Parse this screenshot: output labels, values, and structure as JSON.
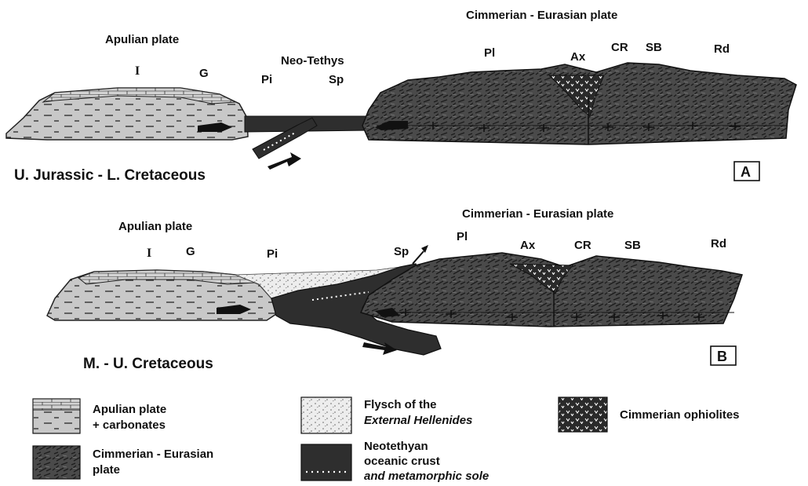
{
  "panel_a": {
    "title": "U. Jurassic  -  L. Cretaceous",
    "panel_letter": "A",
    "labels": {
      "apulian_plate": "Apulian plate",
      "I": "I",
      "G": "G",
      "Pi": "Pi",
      "neo_tethys": "Neo-Tethys",
      "Sp": "Sp",
      "cimmerian_eurasian": "Cimmerian - Eurasian plate",
      "Pl": "Pl",
      "Ax": "Ax",
      "CR": "CR",
      "SB": "SB",
      "Rd": "Rd"
    }
  },
  "panel_b": {
    "title": "M. - U. Cretaceous",
    "panel_letter": "B",
    "labels": {
      "apulian_plate": "Apulian plate",
      "I": "I",
      "G": "G",
      "Pi": "Pi",
      "Sp": "Sp",
      "cimmerian_eurasian": "Cimmerian - Eurasian plate",
      "Pl": "Pl",
      "Ax": "Ax",
      "CR": "CR",
      "SB": "SB",
      "Rd": "Rd"
    }
  },
  "legend": {
    "apulian": {
      "line1": "Apulian plate",
      "line2": "+ carbonates"
    },
    "cimmerian": {
      "line1": "Cimmerian - Eurasian",
      "line2": "plate"
    },
    "flysch": {
      "line1": "Flysch of the",
      "line2": "External Hellenides"
    },
    "neotethyan": {
      "line1": "Neotethyan",
      "line2": "oceanic crust",
      "line3": "and metamorphic sole"
    },
    "ophiolites": {
      "line1": "Cimmerian ophiolites"
    }
  },
  "colors": {
    "apulian_fill": "#c8c8c8",
    "cimmerian_fill": "#4a4a4a",
    "oceanic_fill": "#2e2e2e",
    "flysch_fill": "#ececec",
    "ink": "#111111"
  }
}
